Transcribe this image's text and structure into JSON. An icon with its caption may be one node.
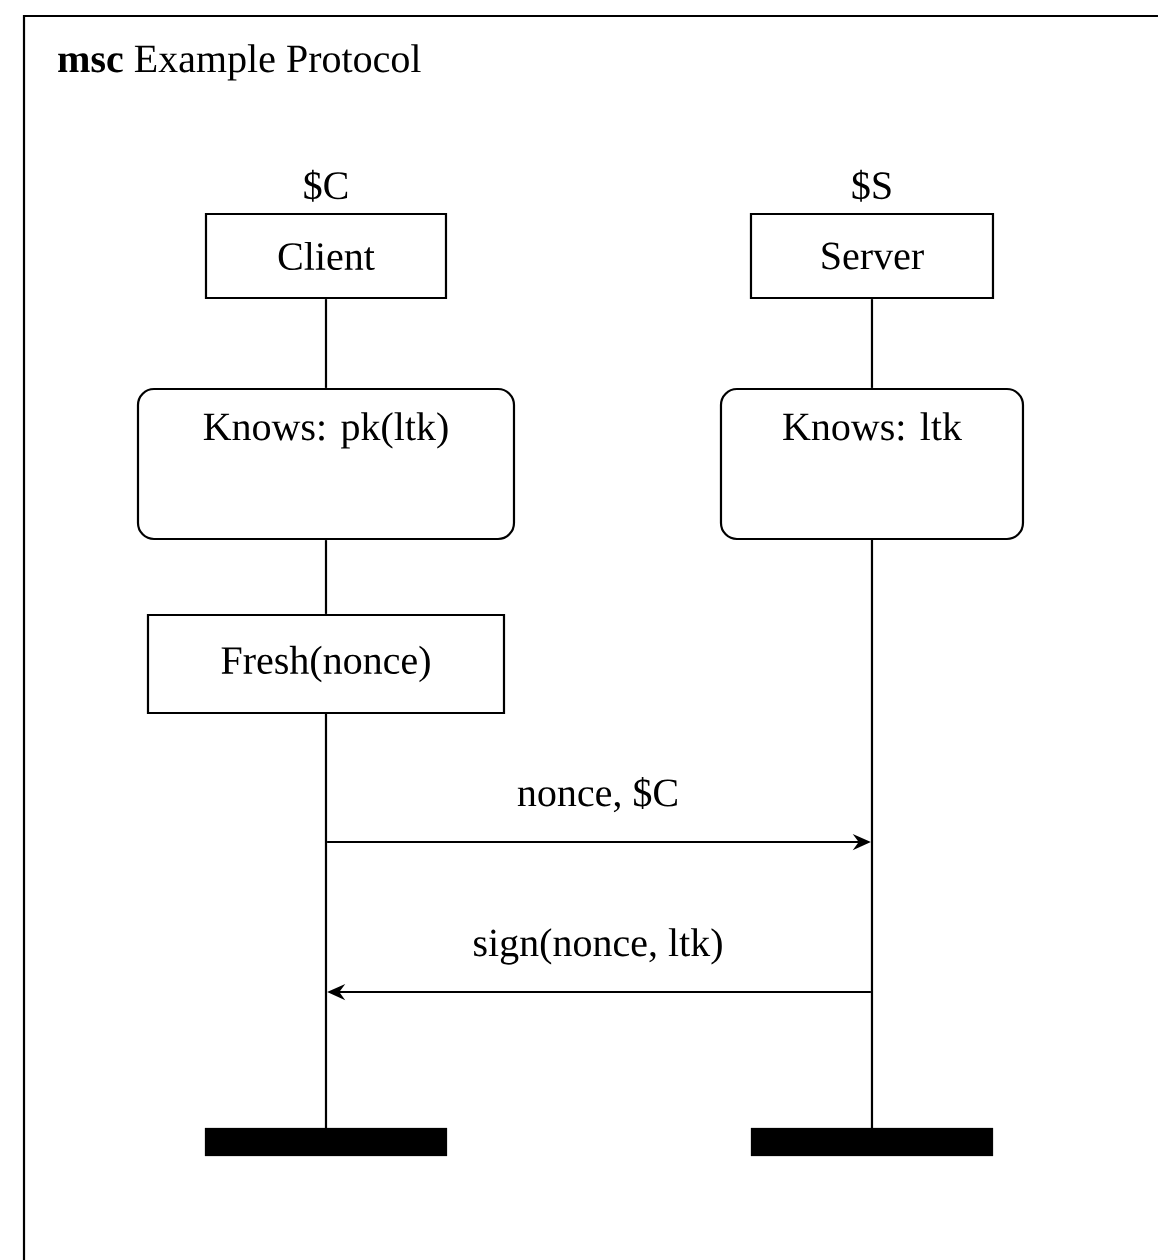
{
  "diagram": {
    "title": "**msc** Example Protocol",
    "nodes": [
      {
        "text": [
          "Client"
        ],
        "beside": [
          "$C"
        ]
      },
      {
        "text": [
          "Server"
        ],
        "beside": [
          "$S"
        ]
      },
      {
        "text": [
          "Knows: pk(ltk)"
        ]
      },
      {
        "text": [
          "Knows: ltk"
        ]
      },
      {
        "text": [
          "Fresh(nonce)"
        ]
      },
      {
        "text": [],
        "shape": "line"
      },
      {
        "text": [],
        "shape": "line"
      },
      {
        "text": [],
        "shape": "bar"
      },
      {
        "text": [],
        "shape": "bar"
      }
    ],
    "edges": [
      {
        "from": 0,
        "to": 2,
        "arrow": "none"
      },
      {
        "from": 2,
        "to": 4,
        "arrow": "none"
      },
      {
        "from": 1,
        "to": 3,
        "arrow": "none"
      },
      {
        "from": 5,
        "to": 6,
        "arrow": "to",
        "label": "nonce, $C"
      },
      {
        "from": 6,
        "to": 5,
        "arrow": "to",
        "label": "sign(nonce, ltk)"
      }
    ]
  }
}
